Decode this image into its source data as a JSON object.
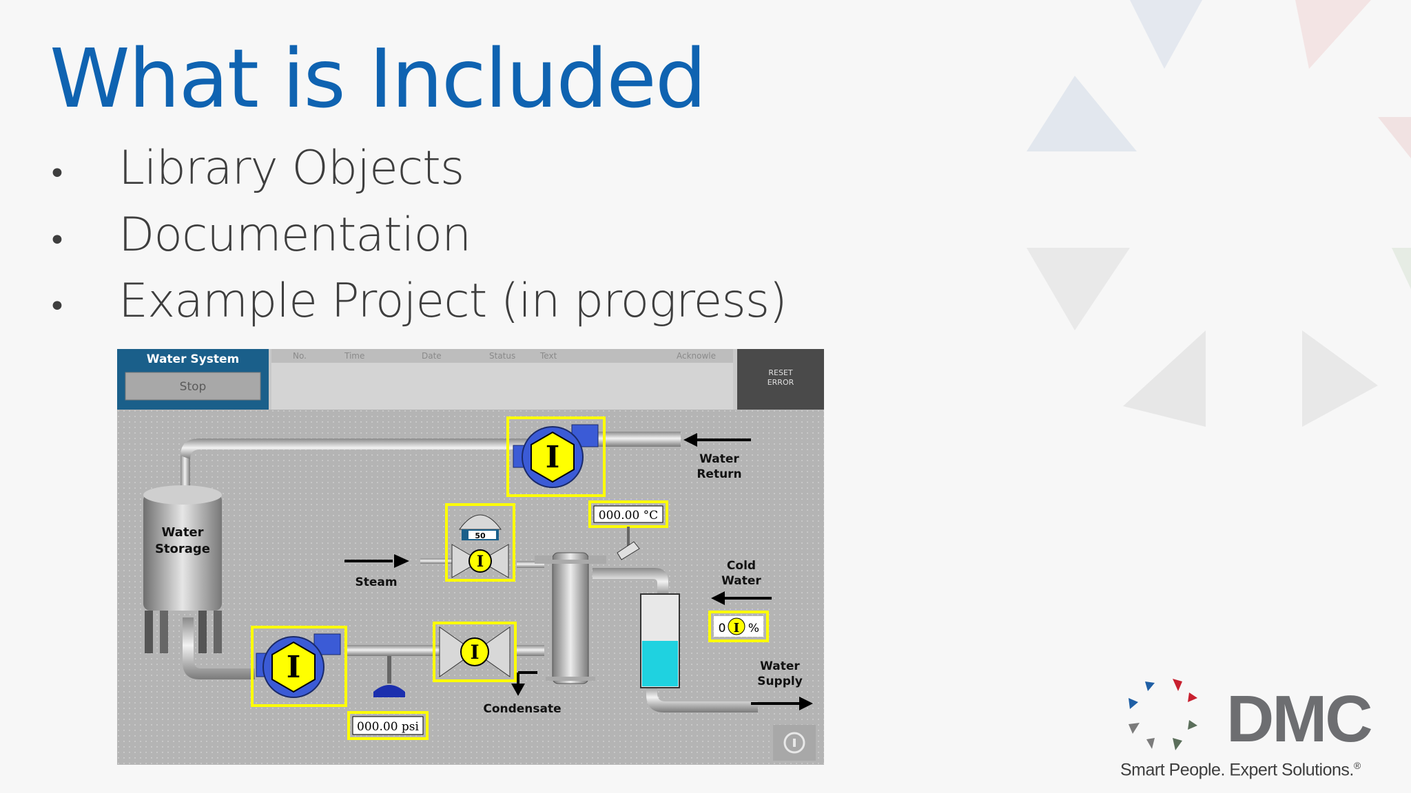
{
  "slide": {
    "title": "What is Included",
    "bullets": [
      {
        "bullet": "•",
        "text": "Library Objects"
      },
      {
        "bullet": "•",
        "text": "Documentation"
      },
      {
        "bullet": "•",
        "text": "Example Project (in progress)"
      }
    ]
  },
  "hmi": {
    "header": {
      "system_label": "Water System",
      "stop_button": "Stop",
      "alarm_columns": [
        "No.",
        "Time",
        "Date",
        "Status",
        "Text",
        "Acknowle"
      ],
      "reset_button_line1": "RESET",
      "reset_button_line2": "ERROR"
    },
    "labels": {
      "water_return_1": "Water",
      "water_return_2": "Return",
      "water_storage_1": "Water",
      "water_storage_2": "Storage",
      "steam": "Steam",
      "cold_water_1": "Cold",
      "cold_water_2": "Water",
      "water_supply_1": "Water",
      "water_supply_2": "Supply",
      "condensate": "Condensate"
    },
    "readouts": {
      "temperature": "000.00 °C",
      "pressure": "000.00 psi",
      "tank_level": "0",
      "tank_level_unit": "%",
      "valve_position": "50"
    },
    "instance_marker": "I",
    "tank_fill_fraction": 0.5,
    "info_icon": "info-icon"
  },
  "logo": {
    "name": "DMC",
    "tagline": "Smart People. Expert Solutions.",
    "registered": "®"
  },
  "colors": {
    "title": "#0f63b1",
    "hmi_header": "#1a5f8a",
    "highlight_yellow": "#ffff00",
    "pump_blue": "#3b5bd6",
    "tank_water": "#1fd2e0",
    "logo_gray": "#6d6e71"
  }
}
